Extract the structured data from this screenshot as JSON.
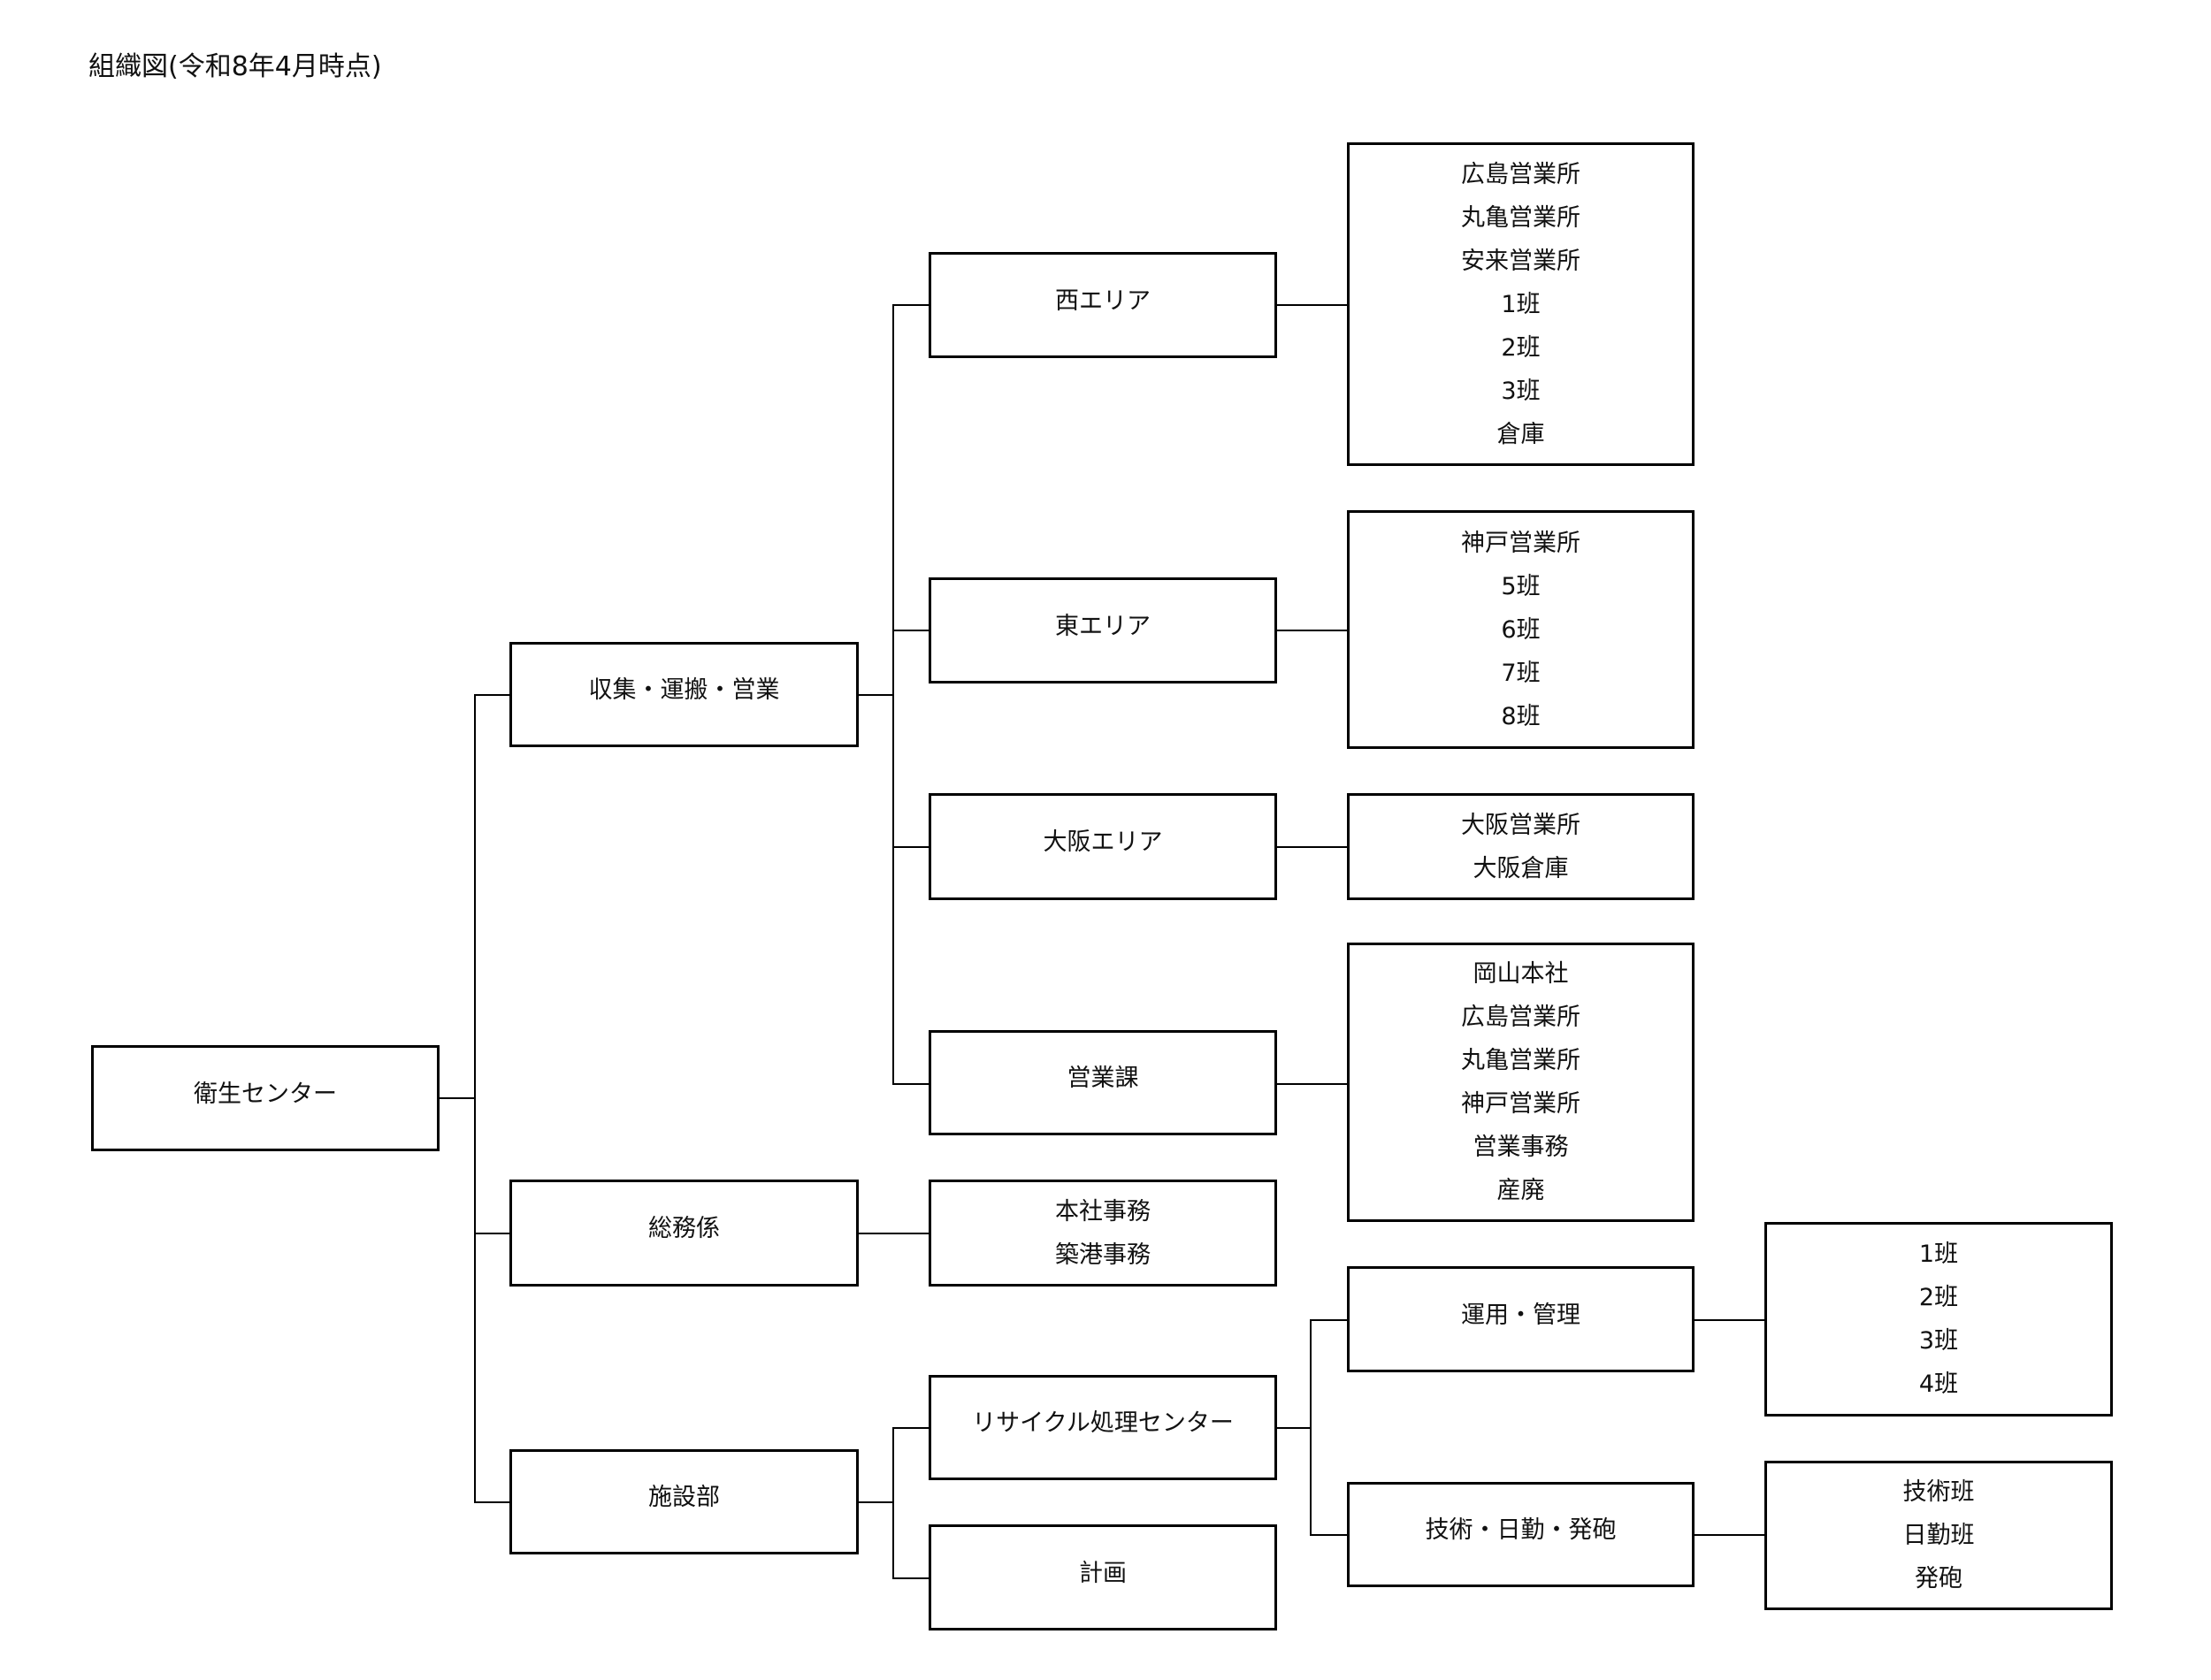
{
  "title": "組織図(令和8年4月時点)",
  "root": {
    "label": "衛生センター"
  },
  "level1": {
    "collection": {
      "label": "収集・運搬・営業"
    },
    "general_affairs": {
      "label": "総務係"
    },
    "facilities": {
      "label": "施設部"
    }
  },
  "level2": {
    "west_area": {
      "label": "西エリア"
    },
    "east_area": {
      "label": "東エリア"
    },
    "osaka_area": {
      "label": "大阪エリア"
    },
    "sales_section": {
      "label": "営業課"
    },
    "general_affairs_units": {
      "items": [
        "本社事務",
        "築港事務"
      ]
    },
    "recycle_center": {
      "label": "リサイクル処理センター"
    },
    "planning": {
      "label": "計画"
    }
  },
  "level3": {
    "west_units": {
      "items": [
        "広島営業所",
        "丸亀営業所",
        "安来営業所",
        "1班",
        "2班",
        "3班",
        "倉庫"
      ]
    },
    "east_units": {
      "items": [
        "神戸営業所",
        "5班",
        "6班",
        "7班",
        "8班"
      ]
    },
    "osaka_units": {
      "items": [
        "大阪営業所",
        "大阪倉庫"
      ]
    },
    "sales_units": {
      "items": [
        "岡山本社",
        "広島営業所",
        "丸亀営業所",
        "神戸営業所",
        "営業事務",
        "産廃"
      ]
    },
    "operations": {
      "label": "運用・管理"
    },
    "technical": {
      "label": "技術・日勤・発砲"
    }
  },
  "level4": {
    "operations_units": {
      "items": [
        "1班",
        "2班",
        "3班",
        "4班"
      ]
    },
    "technical_units": {
      "items": [
        "技術班",
        "日勤班",
        "発砲"
      ]
    }
  }
}
